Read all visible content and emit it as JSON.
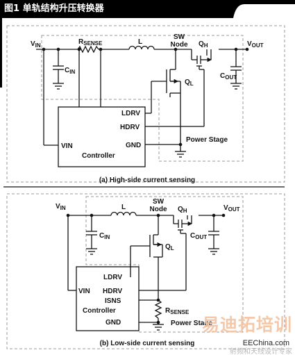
{
  "header": {
    "title": "图1 单轨结构升压转换器"
  },
  "diagram_a": {
    "vin": {
      "main": "V",
      "sub": "IN"
    },
    "rsense": {
      "main": "R",
      "sub": "SENSE"
    },
    "inductor": "L",
    "sw_node": [
      "SW",
      "Node"
    ],
    "qh": {
      "main": "Q",
      "sub": "H"
    },
    "vout": {
      "main": "V",
      "sub": "OUT"
    },
    "cin": {
      "main": "C",
      "sub": "IN"
    },
    "cout": {
      "main": "C",
      "sub": "OUT"
    },
    "ql": {
      "main": "Q",
      "sub": "L"
    },
    "pins": {
      "ldrv": "LDRV",
      "hdrv": "HDRV",
      "vin": "VIN",
      "gnd": "GND"
    },
    "controller": "Controller",
    "power_stage": "Power Stage",
    "caption": "(a) High-side current sensing"
  },
  "diagram_b": {
    "vin": {
      "main": "V",
      "sub": "IN"
    },
    "inductor": "L",
    "sw_node": [
      "SW",
      "Node"
    ],
    "qh": {
      "main": "Q",
      "sub": "H"
    },
    "vout": {
      "main": "V",
      "sub": "OUT"
    },
    "cin": {
      "main": "C",
      "sub": "IN"
    },
    "cout": {
      "main": "C",
      "sub": "OUT"
    },
    "ql": {
      "main": "Q",
      "sub": "L"
    },
    "pins": {
      "ldrv": "LDRV",
      "vin": "VIN",
      "hdrv": "HDRV",
      "isns": "ISNS",
      "gnd": "GND"
    },
    "controller": "Controller",
    "rsense": {
      "main": "R",
      "sub": "SENSE"
    },
    "power_stage": "Power Stage",
    "caption": "(b) Low-side current sensing"
  },
  "watermark": {
    "brand": "易迪拓培训",
    "site": "EEChina.com",
    "tagline": "射频和天线设计专家"
  },
  "colors": {
    "title_bar": "#000000",
    "wire": "#111111",
    "dashed": "#999999",
    "watermark": "#f3c3a0"
  }
}
